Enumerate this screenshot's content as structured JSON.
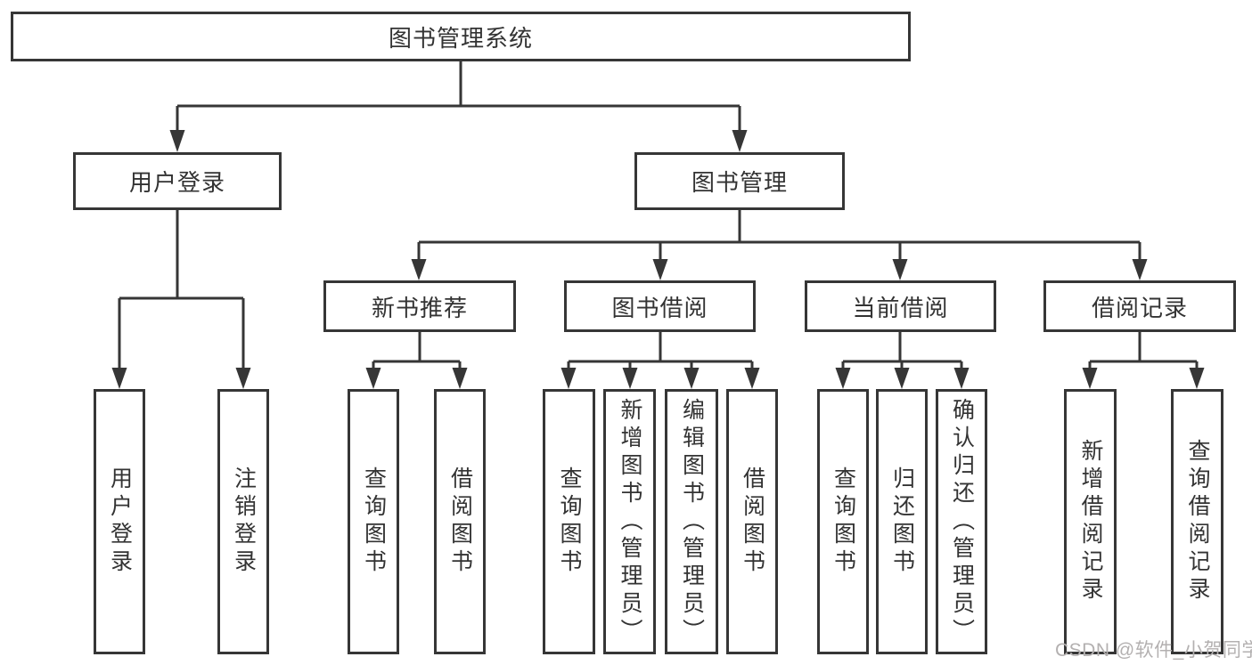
{
  "colors": {
    "background": "#ffffff",
    "line": "#363636",
    "box_border": "#363636",
    "text": "#333333",
    "watermark": "#b3b0b0"
  },
  "tree": {
    "root": {
      "label": "图书管理系统"
    },
    "level2": [
      {
        "label": "用户登录",
        "children": [
          {
            "label": "用户登录"
          },
          {
            "label": "注销登录"
          }
        ]
      },
      {
        "label": "图书管理",
        "children": [
          {
            "label": "新书推荐",
            "children": [
              {
                "label": "查询图书"
              },
              {
                "label": "借阅图书"
              }
            ]
          },
          {
            "label": "图书借阅",
            "children": [
              {
                "label": "查询图书"
              },
              {
                "label": "新增图书（管理员）"
              },
              {
                "label": "编辑图书（管理员）"
              },
              {
                "label": "借阅图书"
              }
            ]
          },
          {
            "label": "当前借阅",
            "children": [
              {
                "label": "查询图书"
              },
              {
                "label": "归还图书"
              },
              {
                "label": "确认归还（管理员）"
              }
            ]
          },
          {
            "label": "借阅记录",
            "children": [
              {
                "label": "新增借阅记录"
              },
              {
                "label": "查询借阅记录"
              }
            ]
          }
        ]
      }
    ]
  },
  "watermark": {
    "text": "CSDN @软件_小贺同学"
  }
}
